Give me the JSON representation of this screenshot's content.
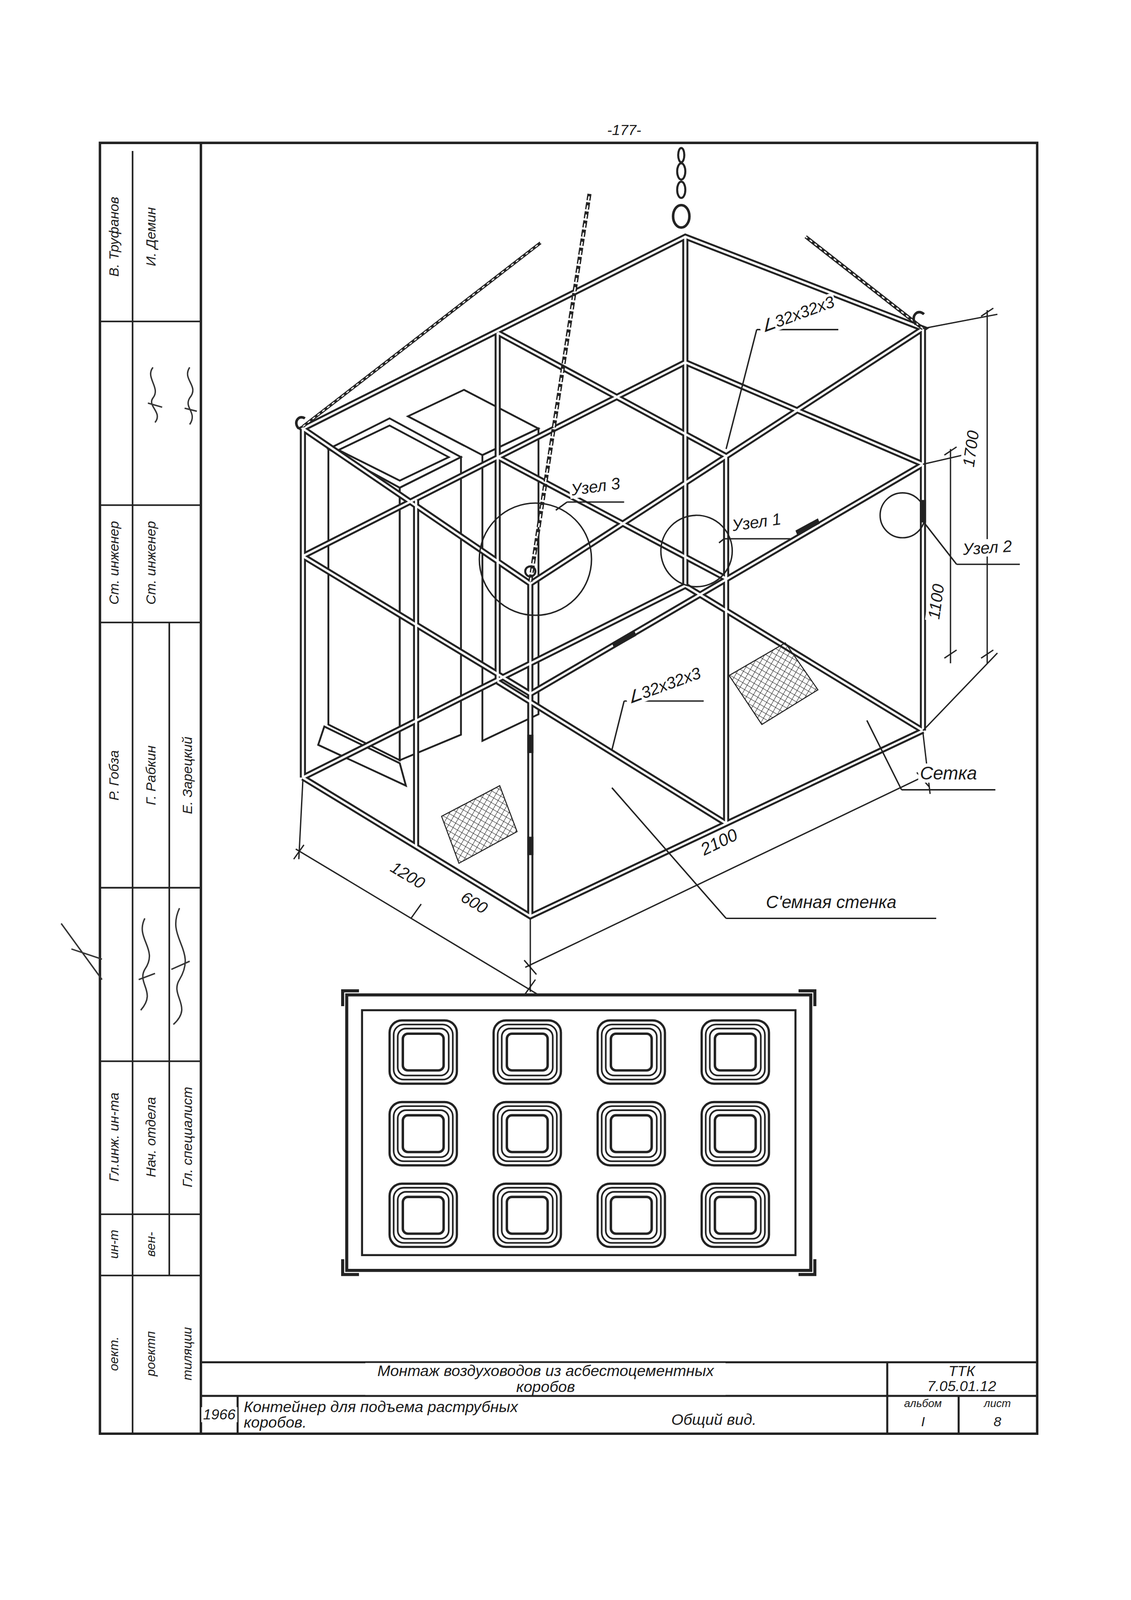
{
  "diagram": {
    "labels": [
      "-177-",
      "В. Труфанов",
      "И. Демин",
      "Ст. инженер",
      "Ст. инженер",
      "Р. Гобза",
      "Г. Рабкин",
      "Е. Зарецкий",
      "Гл.инж. ин-та",
      "Нач. отдела",
      "Гл. специалист",
      "ин-т",
      "вен-",
      "оект.",
      "роектп",
      "тиляции",
      "∠32x32x3",
      "Узел 3",
      "Узел 1",
      "Узел 2",
      "1700",
      "1100",
      "∠32x32x3",
      "Сетка",
      "2100",
      "1200",
      "600",
      "С'емная стенка",
      "Монтаж воздуховодов из асбестоцементных коробов",
      "ТТК 7.05.01.12",
      "1966",
      "Контейнер для подъема раструбных коробов.",
      "Общий вид.",
      "альбом",
      "лист",
      "I",
      "8"
    ]
  }
}
